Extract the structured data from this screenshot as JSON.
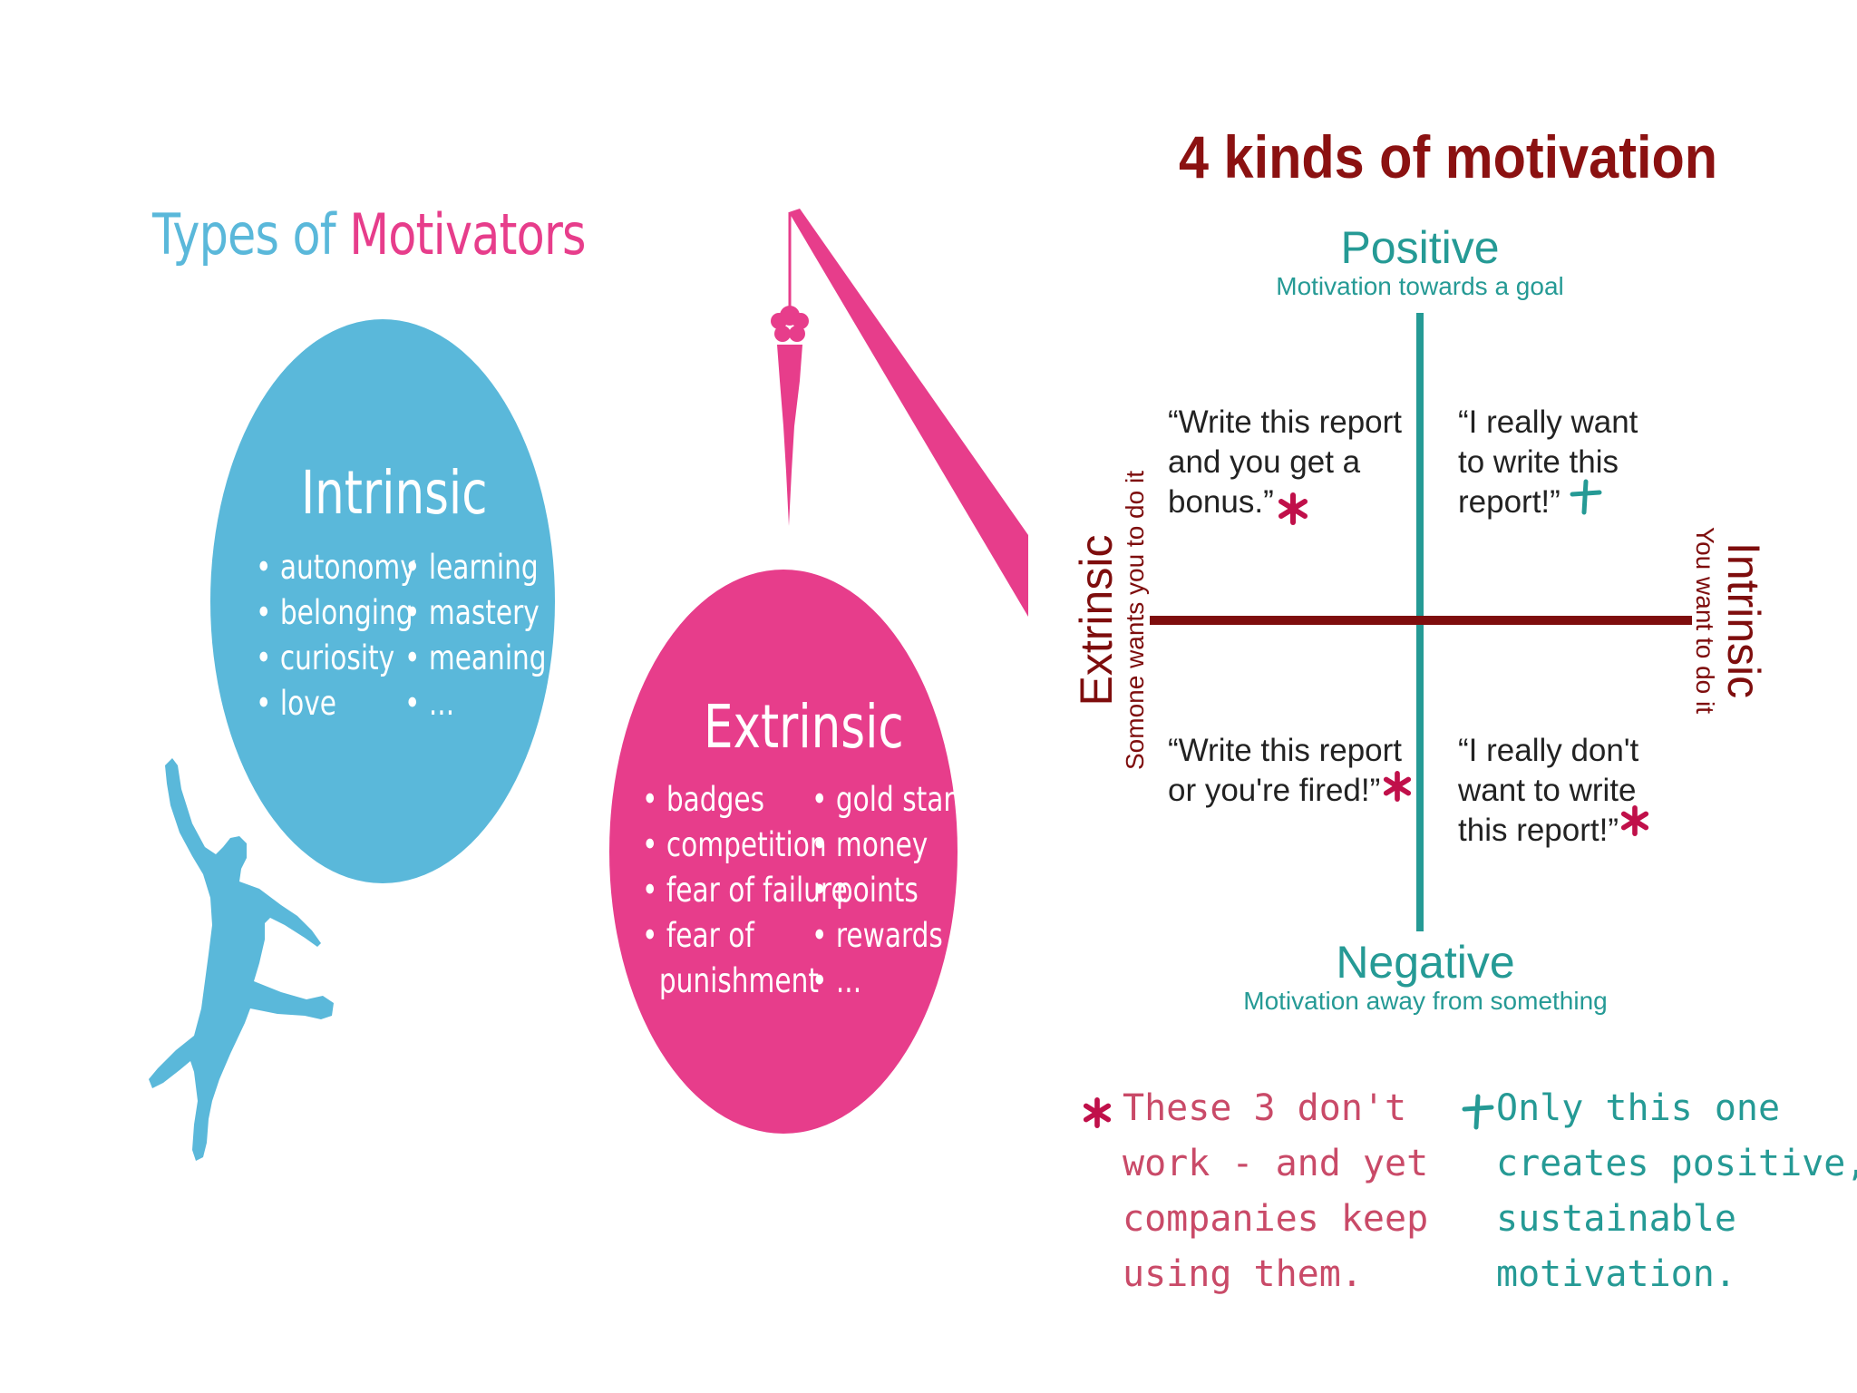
{
  "left": {
    "title_part1": "Types of ",
    "title_part2": "Motivators",
    "intrinsic": {
      "title": "Intrinsic",
      "col1": [
        "autonomy",
        "belonging",
        "curiosity",
        "love"
      ],
      "col2": [
        "learning",
        "mastery",
        "meaning",
        "..."
      ]
    },
    "extrinsic": {
      "title": "Extrinsic",
      "col1": [
        "badges",
        "competition",
        "fear of failure",
        "fear of"
      ],
      "col1_cont": "punishment",
      "col2": [
        "gold stars",
        "money",
        "points",
        "rewards",
        "..."
      ]
    }
  },
  "right": {
    "title": "4 kinds of motivation",
    "positive": {
      "label": "Positive",
      "sub": "Motivation towards a goal"
    },
    "negative": {
      "label": "Negative",
      "sub": "Motivation away from something"
    },
    "extrinsic": {
      "label": "Extrinsic",
      "sub": "Somone wants you to do it"
    },
    "intrinsic": {
      "label": "Intrinsic",
      "sub": "You want to do it"
    },
    "quadrants": {
      "top_left": [
        "“Write this report",
        "and you get a",
        "bonus.”"
      ],
      "top_right": [
        "“I really want",
        "to write this",
        "report!”"
      ],
      "bottom_left": [
        "“Write this report",
        "or you're fired!”"
      ],
      "bottom_right": [
        "“I really don't",
        "want to write",
        "this report!”"
      ]
    },
    "notes": {
      "star": [
        "These 3 don't",
        "work - and yet",
        "companies keep",
        "using them."
      ],
      "plus": [
        "Only this one",
        "creates positive,",
        "sustainable",
        "motivation."
      ]
    }
  },
  "colors": {
    "blue": "#5ab8da",
    "pink": "#e73d8b",
    "dark_red": "#7e0d0d",
    "teal": "#259a95",
    "star": "#c0104a"
  }
}
